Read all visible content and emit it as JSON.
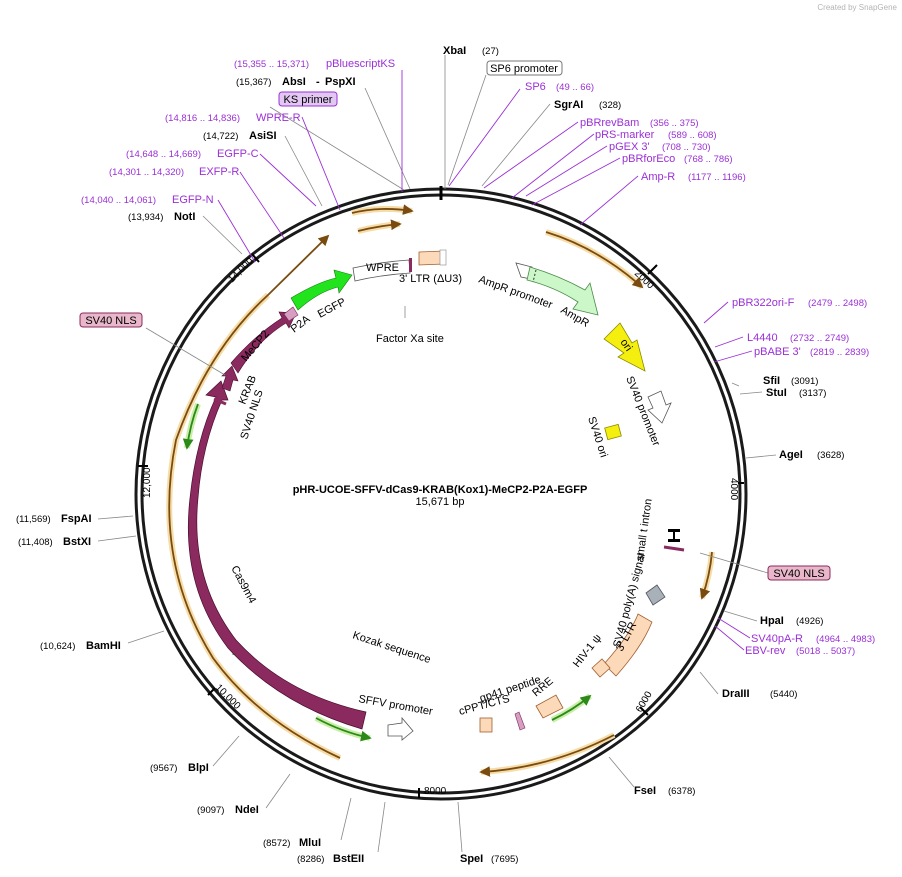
{
  "credit": "Created by SnapGene",
  "title": "pHR-UCOE-SFFV-dCas9-KRAB(Kox1)-MeCP2-P2A-EGFP",
  "size_label": "15,671 bp",
  "ticks": [
    "2000",
    "4000",
    "6000",
    "8000",
    "10,000",
    "12,000",
    "14,000"
  ],
  "enzymes": [
    {
      "name": "XbaI",
      "pos": "(27)"
    },
    {
      "name": "SgrAI",
      "pos": "(328)"
    },
    {
      "name": "SfiI",
      "pos": "(3091)"
    },
    {
      "name": "StuI",
      "pos": "(3137)"
    },
    {
      "name": "AgeI",
      "pos": "(3628)"
    },
    {
      "name": "HpaI",
      "pos": "(4926)"
    },
    {
      "name": "DraIII",
      "pos": "(5440)"
    },
    {
      "name": "FseI",
      "pos": "(6378)"
    },
    {
      "name": "SpeI",
      "pos": "(7695)"
    },
    {
      "name": "BstEII",
      "pos": "(8286)"
    },
    {
      "name": "MluI",
      "pos": "(8572)"
    },
    {
      "name": "NdeI",
      "pos": "(9097)"
    },
    {
      "name": "BlpI",
      "pos": "(9567)"
    },
    {
      "name": "BamHI",
      "pos": "(10,624)"
    },
    {
      "name": "BstXI",
      "pos": "(11,408)"
    },
    {
      "name": "FspAI",
      "pos": "(11,569)"
    },
    {
      "name": "NotI",
      "pos": "(13,934)"
    },
    {
      "name": "AsiSI",
      "pos": "(14,722)"
    },
    {
      "name": "AbsI",
      "pos": "(15,367)"
    },
    {
      "name": "PspXI",
      "pos": ""
    }
  ],
  "primers": [
    {
      "name": "SP6",
      "pos": "(49 .. 66)"
    },
    {
      "name": "pBRrevBam",
      "pos": "(356 .. 375)"
    },
    {
      "name": "pRS-marker",
      "pos": "(589 .. 608)"
    },
    {
      "name": "pGEX 3'",
      "pos": "(708 .. 730)"
    },
    {
      "name": "pBRforEco",
      "pos": "(768 .. 786)"
    },
    {
      "name": "Amp-R",
      "pos": "(1177 .. 1196)"
    },
    {
      "name": "pBR322ori-F",
      "pos": "(2479 .. 2498)"
    },
    {
      "name": "L4440",
      "pos": "(2732 .. 2749)"
    },
    {
      "name": "pBABE 3'",
      "pos": "(2819 .. 2839)"
    },
    {
      "name": "SV40pA-R",
      "pos": "(4964 .. 4983)"
    },
    {
      "name": "EBV-rev",
      "pos": "(5018 .. 5037)"
    },
    {
      "name": "EGFP-N",
      "pos": "(14,040 .. 14,061)"
    },
    {
      "name": "EXFP-R",
      "pos": "(14,301 .. 14,320)"
    },
    {
      "name": "EGFP-C",
      "pos": "(14,648 .. 14,669)"
    },
    {
      "name": "WPRE-R",
      "pos": "(14,816 .. 14,836)"
    },
    {
      "name": "pBluescriptKS",
      "pos": "(15,355 .. 15,371)"
    }
  ],
  "boxed_labels": {
    "sp6_promoter": "SP6 promoter",
    "ks_primer": "KS primer",
    "sv40_nls_left": "SV40 NLS",
    "sv40_nls_right": "SV40 NLS"
  },
  "features": {
    "wpre": "WPRE",
    "ltr3_du3": "3' LTR (ΔU3)",
    "factor_xa": "Factor Xa site",
    "p2a": "P2A",
    "egfp": "EGFP",
    "mecp2": "MeCP2",
    "krab": "KRAB",
    "sv40_nls": "SV40 NLS",
    "cas9": "Cas9m4",
    "kozak": "Kozak sequence",
    "sffv": "SFFV promoter",
    "ampr_promoter": "AmpR promoter",
    "ampr": "AmpR",
    "ori": "ori",
    "sv40_promoter": "SV40 promoter",
    "sv40_ori": "SV40 ori",
    "small_t": "small t intron",
    "polya": "SV40 poly(A) signal",
    "ltr3": "3' LTR",
    "hiv_psi": "HIV-1 ψ",
    "rre": "RRE",
    "gp41": "gp41 peptide",
    "cppt": "cPPT/CTS"
  },
  "colors": {
    "ring": "#1a1a1a",
    "orf": "#e79c2a",
    "orf_glow": "#f6dca6",
    "orf_inner": "#7a4b10",
    "cas9": "#8b2a5e",
    "egfp": "#22e41c",
    "ampr": "#ccf7c8",
    "ori": "#f5ef10",
    "ltr": "#fcd9b8",
    "primer": "#9b2fd6",
    "green_arrow": "#2b8a18",
    "green_glow": "#c9eea8"
  }
}
